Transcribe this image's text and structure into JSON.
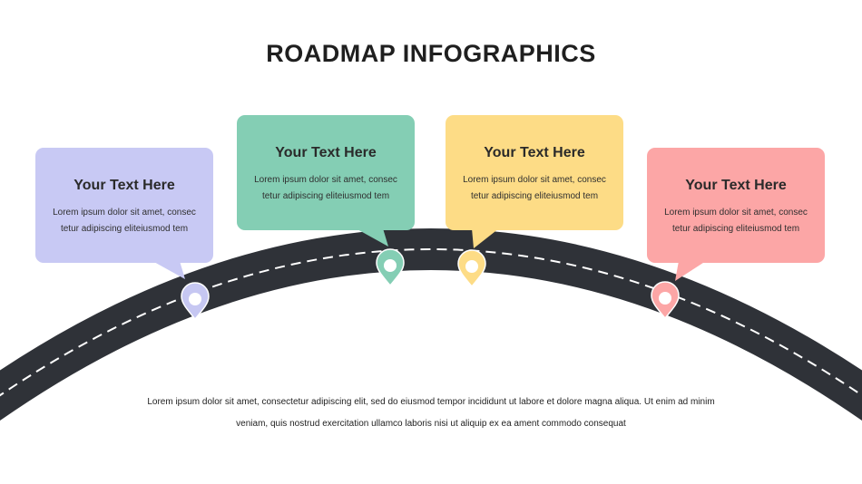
{
  "title": "ROADMAP INFOGRAPHICS",
  "cards": [
    {
      "heading": "Your Text Here",
      "text": "Lorem ipsum dolor sit amet, consec tetur adipiscing eliteiusmod tem",
      "color": "#c8c9f4",
      "pin_color": "#c6c7f2"
    },
    {
      "heading": "Your Text Here",
      "text": "Lorem ipsum dolor sit amet, consec tetur adipiscing eliteiusmod tem",
      "color": "#84ceb4",
      "pin_color": "#84ceb4"
    },
    {
      "heading": "Your Text Here",
      "text": "Lorem ipsum dolor sit amet, consec tetur adipiscing eliteiusmod tem",
      "color": "#fddc86",
      "pin_color": "#fddc86"
    },
    {
      "heading": "Your Text Here",
      "text": "Lorem ipsum dolor sit amet, consec tetur adipiscing eliteiusmod tem",
      "color": "#fca6a6",
      "pin_color": "#fca6a6"
    }
  ],
  "footer": "Lorem ipsum dolor sit amet, consectetur adipiscing elit, sed do eiusmod tempor incididunt ut labore et dolore magna aliqua. Ut enim ad minim veniam, quis nostrud exercitation ullamco laboris nisi ut aliquip ex ea ament commodo consequat",
  "road_color": "#2f3238"
}
